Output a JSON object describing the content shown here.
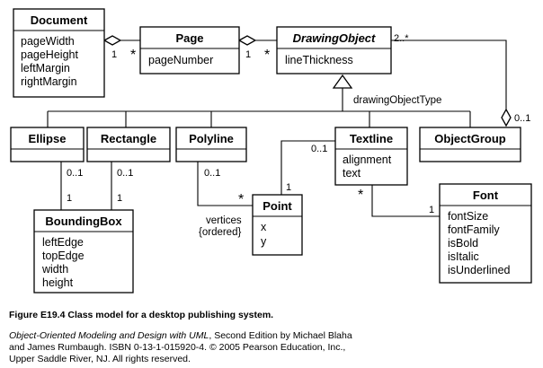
{
  "classes": {
    "document": {
      "name": "Document",
      "attributes": [
        "pageWidth",
        "pageHeight",
        "leftMargin",
        "rightMargin"
      ]
    },
    "page": {
      "name": "Page",
      "attributes": [
        "pageNumber"
      ]
    },
    "drawing_object": {
      "name": "DrawingObject",
      "attributes": [
        "lineThickness"
      ]
    },
    "ellipse": {
      "name": "Ellipse"
    },
    "rectangle": {
      "name": "Rectangle"
    },
    "polyline": {
      "name": "Polyline"
    },
    "textline": {
      "name": "Textline",
      "attributes": [
        "alignment",
        "text"
      ]
    },
    "object_group": {
      "name": "ObjectGroup"
    },
    "bounding_box": {
      "name": "BoundingBox",
      "attributes": [
        "leftEdge",
        "topEdge",
        "width",
        "height"
      ]
    },
    "point": {
      "name": "Point",
      "attributes": [
        "x",
        "y"
      ]
    },
    "font": {
      "name": "Font",
      "attributes": [
        "fontSize",
        "fontFamily",
        "isBold",
        "isItalic",
        "isUnderlined"
      ]
    }
  },
  "labels": {
    "discriminator": "drawingObjectType",
    "vertices_role": "vertices",
    "ordered": "{ordered}"
  },
  "multiplicities": {
    "doc_page_one": "1",
    "doc_page_many": "*",
    "page_draw_one": "1",
    "page_draw_many": "*",
    "draw_group_many": "2..*",
    "draw_group_opt": "0..1",
    "ellipse_bb_opt": "0..1",
    "ellipse_bb_one": "1",
    "rect_bb_opt": "0..1",
    "rect_bb_one": "1",
    "poly_point_opt": "0..1",
    "poly_point_many": "*",
    "text_point_opt": "0..1",
    "text_point_one": "1",
    "text_font_many": "*",
    "text_font_one": "1"
  },
  "caption": {
    "figure": "Figure E19.4  Class model for a desktop publishing system.",
    "book_title": "Object-Oriented Modeling and Design with UML",
    "credit_line1_rest": ", Second Edition by Michael Blaha",
    "credit_line2": "and James Rumbaugh. ISBN 0-13-1-015920-4. © 2005 Pearson Education, Inc.,",
    "credit_line3": "Upper Saddle River, NJ. All rights reserved."
  }
}
